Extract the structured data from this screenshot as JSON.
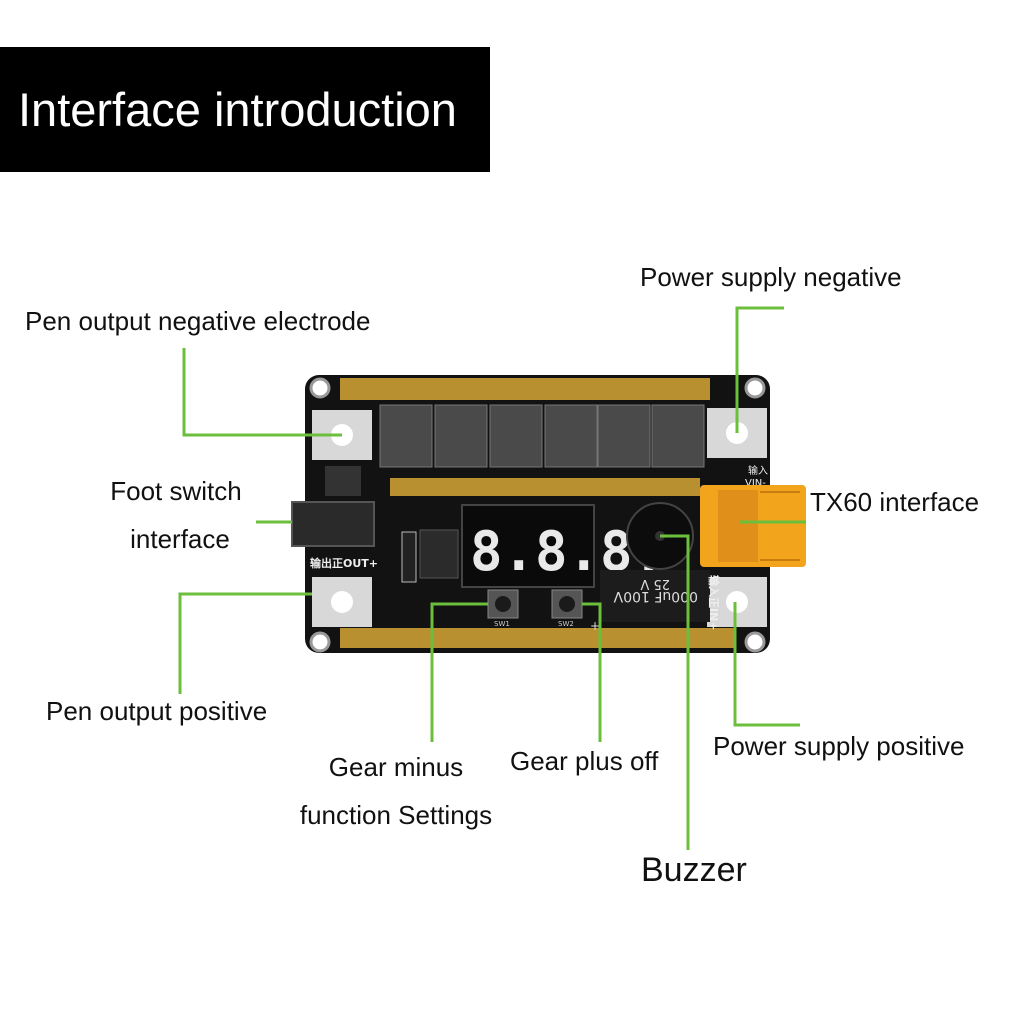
{
  "title": "Interface introduction",
  "colors": {
    "callout_line": "#6cbf3c",
    "pcb": "#121212",
    "gold": "#b8902f",
    "connector": "#f2a41c",
    "display_digit": "#e9e9e9"
  },
  "labels": {
    "pen_output_negative": "Pen output negative electrode",
    "power_supply_negative": "Power supply negative",
    "foot_switch_line1": "Foot switch",
    "foot_switch_line2": "interface",
    "tx60_interface": "TX60 interface",
    "pen_output_positive": "Pen output positive",
    "power_supply_positive": "Power supply positive",
    "gear_minus_line1": "Gear minus",
    "gear_minus_line2": "function Settings",
    "gear_plus_off": "Gear plus off",
    "buzzer": "Buzzer"
  },
  "board": {
    "display_digits": "8.8.8.",
    "silkscreen_out": "输出正OUT+",
    "silkscreen_in": "输入正IN+",
    "silkscreen_vin": "VIN-",
    "silkscreen_input": "输入",
    "capacitor_text": "000uF 100V",
    "capacitor_voltage": "25 V",
    "sw1": "SW1",
    "sw2": "SW2",
    "plus_mark": "+"
  }
}
